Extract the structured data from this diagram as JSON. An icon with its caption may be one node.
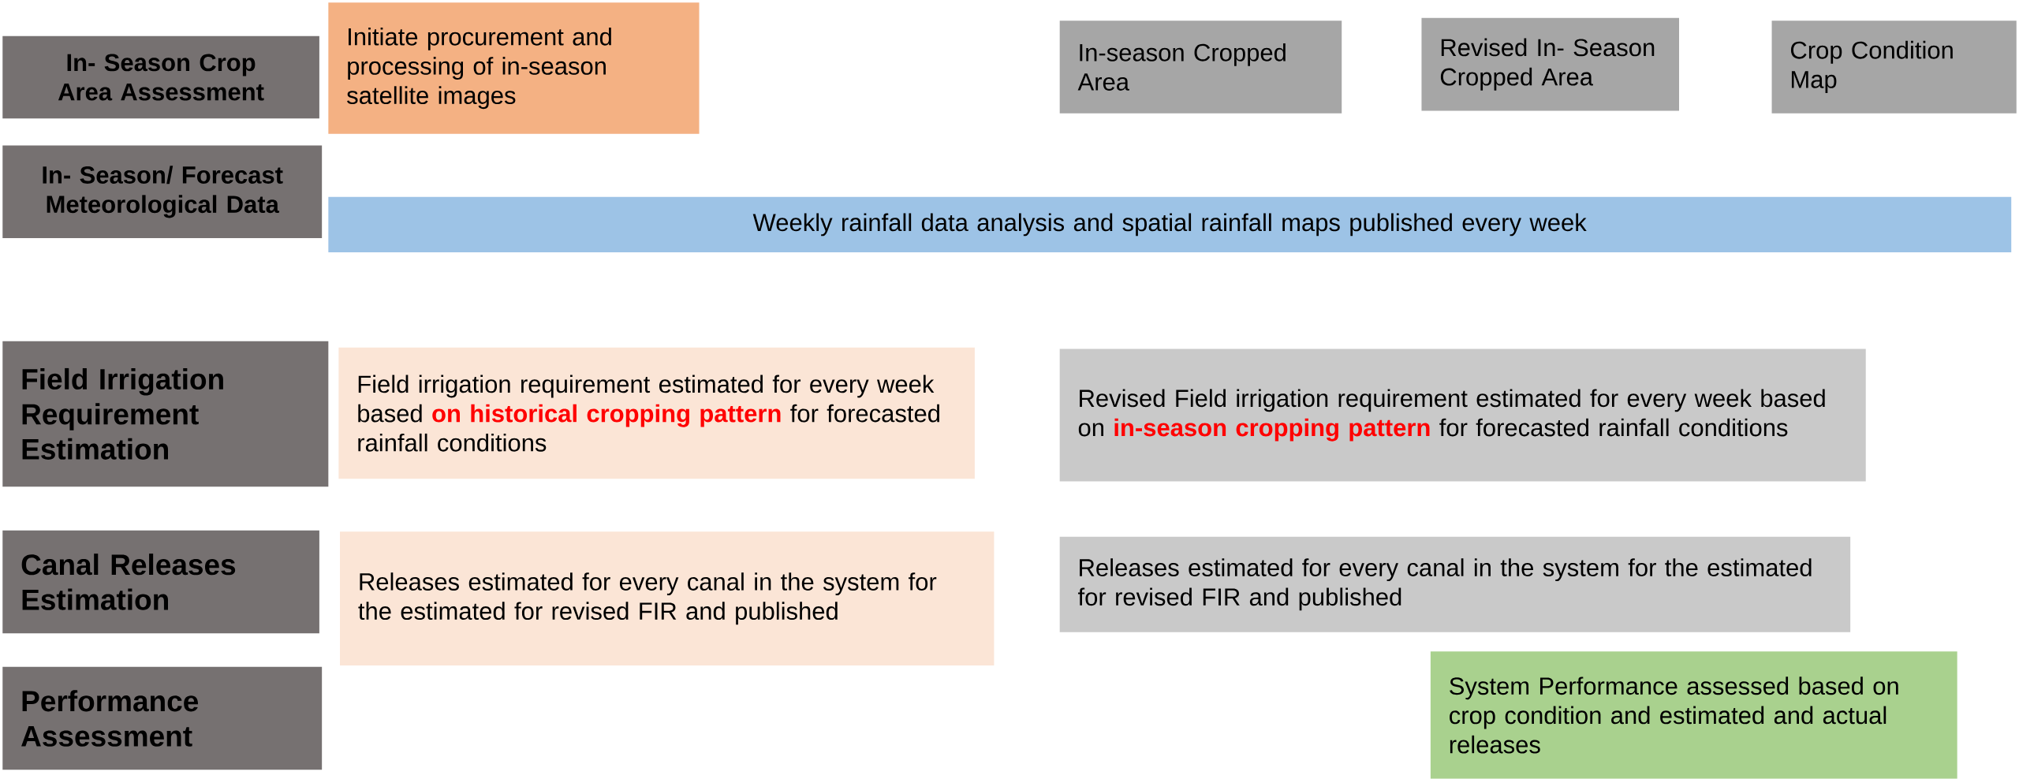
{
  "diagram": {
    "nodes": [
      {
        "text": [
          "In- Season Crop Area Assessment"
        ]
      },
      {
        "text": [
          "Initiate procurement and processing of in-season satellite images"
        ]
      },
      {
        "text": [
          "In-season Cropped Area"
        ]
      },
      {
        "text": [
          "Revised In- Season Cropped Area"
        ]
      },
      {
        "text": [
          "Crop Condition Map"
        ]
      },
      {
        "text": [
          "In- Season/ Forecast Meteorological Data"
        ]
      },
      {
        "text": [
          "Weekly rainfall data analysis and spatial rainfall maps published every week"
        ]
      },
      {
        "text": [
          "Field Irrigation Requirement Estimation"
        ]
      },
      {
        "text": [
          "Field irrigation requirement estimated for every week based **on historical cropping pattern** for forecasted rainfall conditions"
        ]
      },
      {
        "text": [
          "Revised Field irrigation requirement estimated for every week based on **in-season cropping pattern** for forecasted rainfall conditions"
        ]
      },
      {
        "text": [
          "Canal Releases Estimation"
        ]
      },
      {
        "text": [
          "Releases estimated for every canal in the system for the estimated for revised FIR and published"
        ]
      },
      {
        "text": [
          "Releases estimated for every canal in the system for the estimated for revised FIR and published"
        ]
      },
      {
        "text": [
          "Performance Assessment"
        ]
      },
      {
        "text": [
          "System Performance assessed based on crop condition and estimated and actual releases"
        ]
      }
    ]
  }
}
